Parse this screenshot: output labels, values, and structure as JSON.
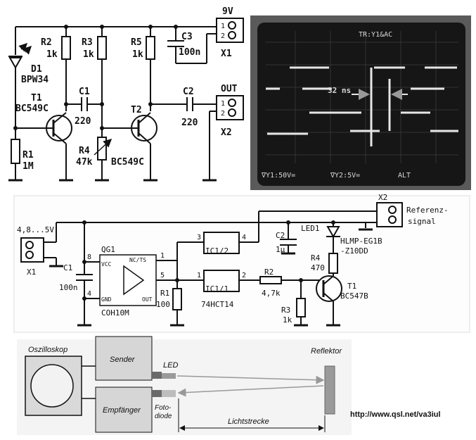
{
  "circuit1": {
    "supply": "9V",
    "out": "OUT",
    "components": {
      "R2": "R2",
      "R2v": "1k",
      "R3": "R3",
      "R3v": "1k",
      "R5": "R5",
      "R5v": "1k",
      "C3": "C3",
      "C3v": "100n",
      "D1": "D1",
      "D1v": "BPW34",
      "T1": "T1",
      "T1v": "BC549C",
      "C1": "C1",
      "C1v": "220",
      "T2": "T2",
      "T2v": "BC549C",
      "C2": "C2",
      "C2v": "220",
      "R1": "R1",
      "R1v": "1M",
      "R4": "R4",
      "R4v": "47k",
      "X1": "X1",
      "X2": "X2"
    },
    "pins": [
      "1",
      "2"
    ]
  },
  "scope": {
    "top_label": "TR:Y1&AC",
    "measure": "32 ns",
    "ch1": "∇Y1:50V=",
    "ch2": "∇Y2:5V=",
    "mode": "ALT"
  },
  "circuit2": {
    "supply": "4,8...5V",
    "x1": "X1",
    "x2": "X2",
    "ref1": "Referenz-",
    "ref2": "signal",
    "qg1": "QG1",
    "qg1_part": "COH10M",
    "vcc": "VCC",
    "ncts": "NC/TS",
    "gnd": "GND",
    "out": "OUT",
    "c1": "C1",
    "c1v": "100n",
    "r1": "R1",
    "r1v": "100",
    "ic12": "IC1/2",
    "ic11": "IC1/1",
    "ic_part": "74HCT14",
    "c2": "C2",
    "c2v": "1µ",
    "led1": "LED1",
    "led_part1": "HLMP-EG1B",
    "led_part2": "-Z10DD",
    "r4": "R4",
    "r4v": "470",
    "r2": "R2",
    "r2v": "4,7k",
    "r3": "R3",
    "r3v": "1k",
    "t1": "T1",
    "t1v": "BC547B",
    "pin8": "8",
    "pin4": "4",
    "pin1": "1",
    "pin5": "5",
    "pin3": "3",
    "pin2": "2"
  },
  "setup": {
    "oszilloskop": "Oszilloskop",
    "sender": "Sender",
    "empfaenger": "Empfänger",
    "led": "LED",
    "foto1": "Foto-",
    "foto2": "diode",
    "reflektor": "Reflektor",
    "lichtstrecke": "Lichtstrecke",
    "url": "http://www.qsl.net/va3iul"
  }
}
